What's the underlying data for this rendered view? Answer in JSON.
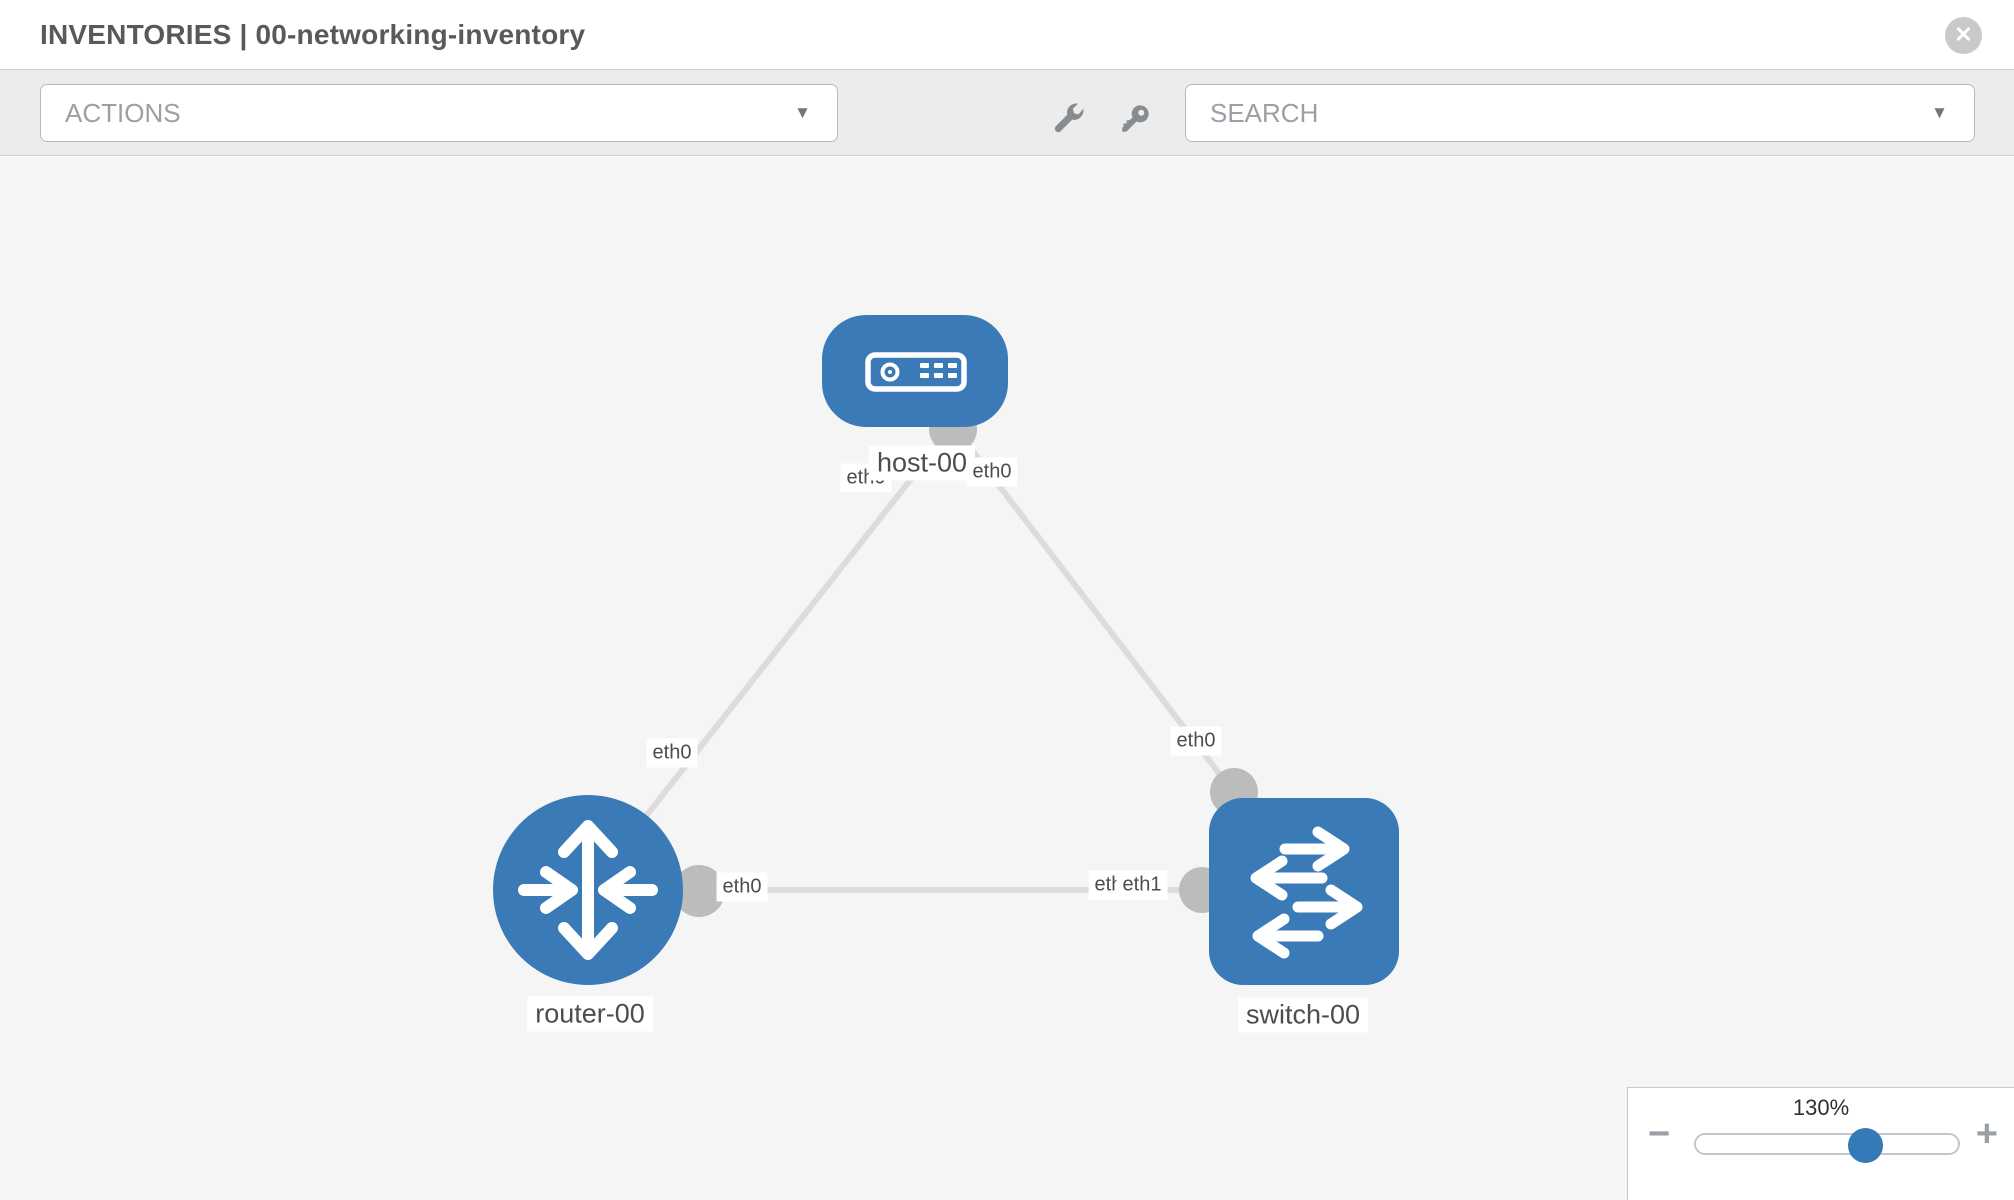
{
  "window": {
    "title": "INVENTORIES | 00-networking-inventory"
  },
  "toolbar": {
    "actions_dropdown": {
      "label": "ACTIONS"
    },
    "tools": [
      {
        "icon": "wrench-icon"
      },
      {
        "icon": "key-icon"
      }
    ],
    "search_dropdown": {
      "placeholder": "SEARCH"
    }
  },
  "topology": {
    "nodes": [
      {
        "id": "host-00",
        "type": "host",
        "label": "host-00"
      },
      {
        "id": "router-00",
        "type": "router",
        "label": "router-00"
      },
      {
        "id": "switch-00",
        "type": "switch",
        "label": "switch-00"
      }
    ],
    "links": [
      {
        "source": "host-00",
        "source_interface": "eth0",
        "target": "router-00",
        "target_interface": "eth0"
      },
      {
        "source": "host-00",
        "source_interface": "eth0",
        "target": "switch-00",
        "target_interface": "eth0"
      },
      {
        "source": "router-00",
        "source_interface": "eth0",
        "target": "switch-00",
        "target_interface": "eth1"
      }
    ],
    "overlapped_interface_label": "eth0"
  },
  "zoom_control": {
    "value": "130%",
    "minus_label": "−",
    "plus_label": "+"
  },
  "colors": {
    "node_fill": "#3a7ab7",
    "slider_handle": "#337ab7",
    "link": "#dcdcdc",
    "port": "#bcbcbc",
    "canvas_bg": "#f5f5f5",
    "toolbar_bg": "#ececec"
  }
}
